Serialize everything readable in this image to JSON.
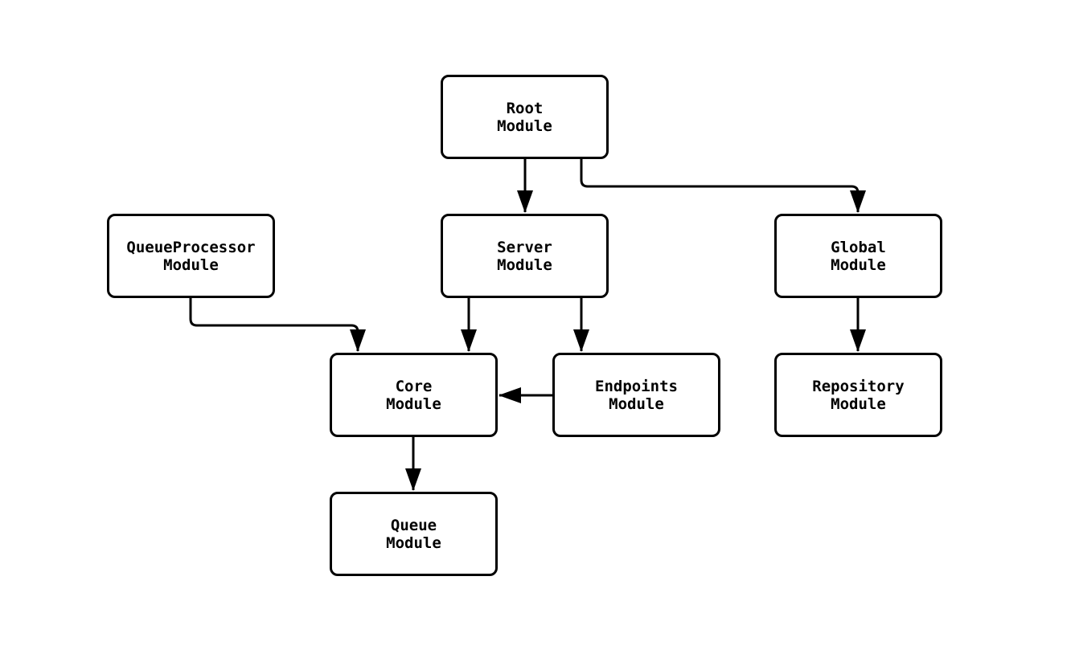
{
  "diagram": {
    "title": "",
    "type": "module-dependency-graph",
    "colors": {
      "background": "#ffffff",
      "node_fill": "#ffffff",
      "node_stroke": "#000000",
      "edge_stroke": "#000000",
      "text": "#000000"
    },
    "nodes": [
      {
        "id": "root",
        "label": "Root\nModule"
      },
      {
        "id": "queueprocessor",
        "label": "QueueProcessor\nModule"
      },
      {
        "id": "server",
        "label": "Server\nModule"
      },
      {
        "id": "global",
        "label": "Global\nModule"
      },
      {
        "id": "core",
        "label": "Core\nModule"
      },
      {
        "id": "endpoints",
        "label": "Endpoints\nModule"
      },
      {
        "id": "repository",
        "label": "Repository\nModule"
      },
      {
        "id": "queue",
        "label": "Queue\nModule"
      }
    ],
    "edges": [
      {
        "from": "root",
        "to": "server"
      },
      {
        "from": "root",
        "to": "global"
      },
      {
        "from": "queueprocessor",
        "to": "core"
      },
      {
        "from": "server",
        "to": "core"
      },
      {
        "from": "server",
        "to": "endpoints"
      },
      {
        "from": "endpoints",
        "to": "core"
      },
      {
        "from": "global",
        "to": "repository"
      },
      {
        "from": "core",
        "to": "queue"
      }
    ]
  }
}
